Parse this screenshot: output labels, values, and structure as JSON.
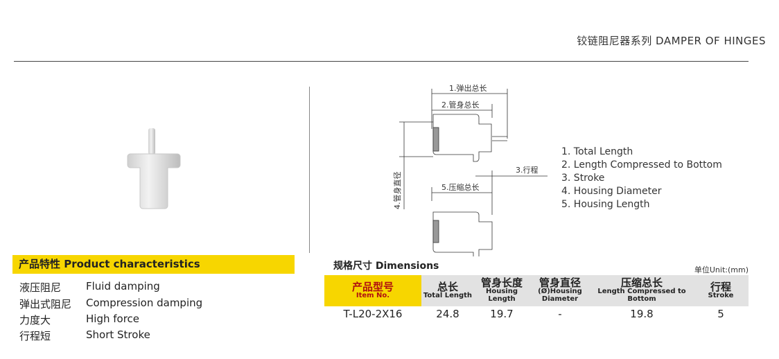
{
  "header": {
    "title": "铰链阻尼器系列  DAMPER OF HINGES"
  },
  "characteristics": {
    "title": "产品特性 Product characteristics",
    "items": [
      {
        "cn": "液压阻尼",
        "en": "Fluid damping"
      },
      {
        "cn": "弹出式阻尼",
        "en": "Compression damping"
      },
      {
        "cn": "力度大",
        "en": "High force"
      },
      {
        "cn": "行程短",
        "en": "Short Stroke"
      }
    ]
  },
  "diagram": {
    "labels": {
      "total": "1.弹出总长",
      "housing": "2.管身总长",
      "stroke": "3.行程",
      "diameter": "4.管身直径",
      "compressed": "5.压缩总长"
    },
    "legend": [
      "1. Total Length",
      "2. Length Compressed to Bottom",
      "3. Stroke",
      "4. Housing Diameter",
      "5. Housing Length"
    ]
  },
  "dimensions": {
    "title": "规格尺寸 Dimensions",
    "unit": "单位Unit:(mm)",
    "columns": [
      {
        "cn": "产品型号",
        "en": "Item No."
      },
      {
        "cn": "总长",
        "en": "Total Length"
      },
      {
        "cn": "管身长度",
        "en": "Housing Length"
      },
      {
        "cn": "管身直径",
        "en": "(Ø)Housing Diameter"
      },
      {
        "cn": "压缩总长",
        "en": "Length Compressed to Bottom"
      },
      {
        "cn": "行程",
        "en": "Stroke"
      }
    ],
    "rows": [
      [
        "T-L20-2X16",
        "24.8",
        "19.7",
        "-",
        "19.8",
        "5"
      ]
    ]
  }
}
